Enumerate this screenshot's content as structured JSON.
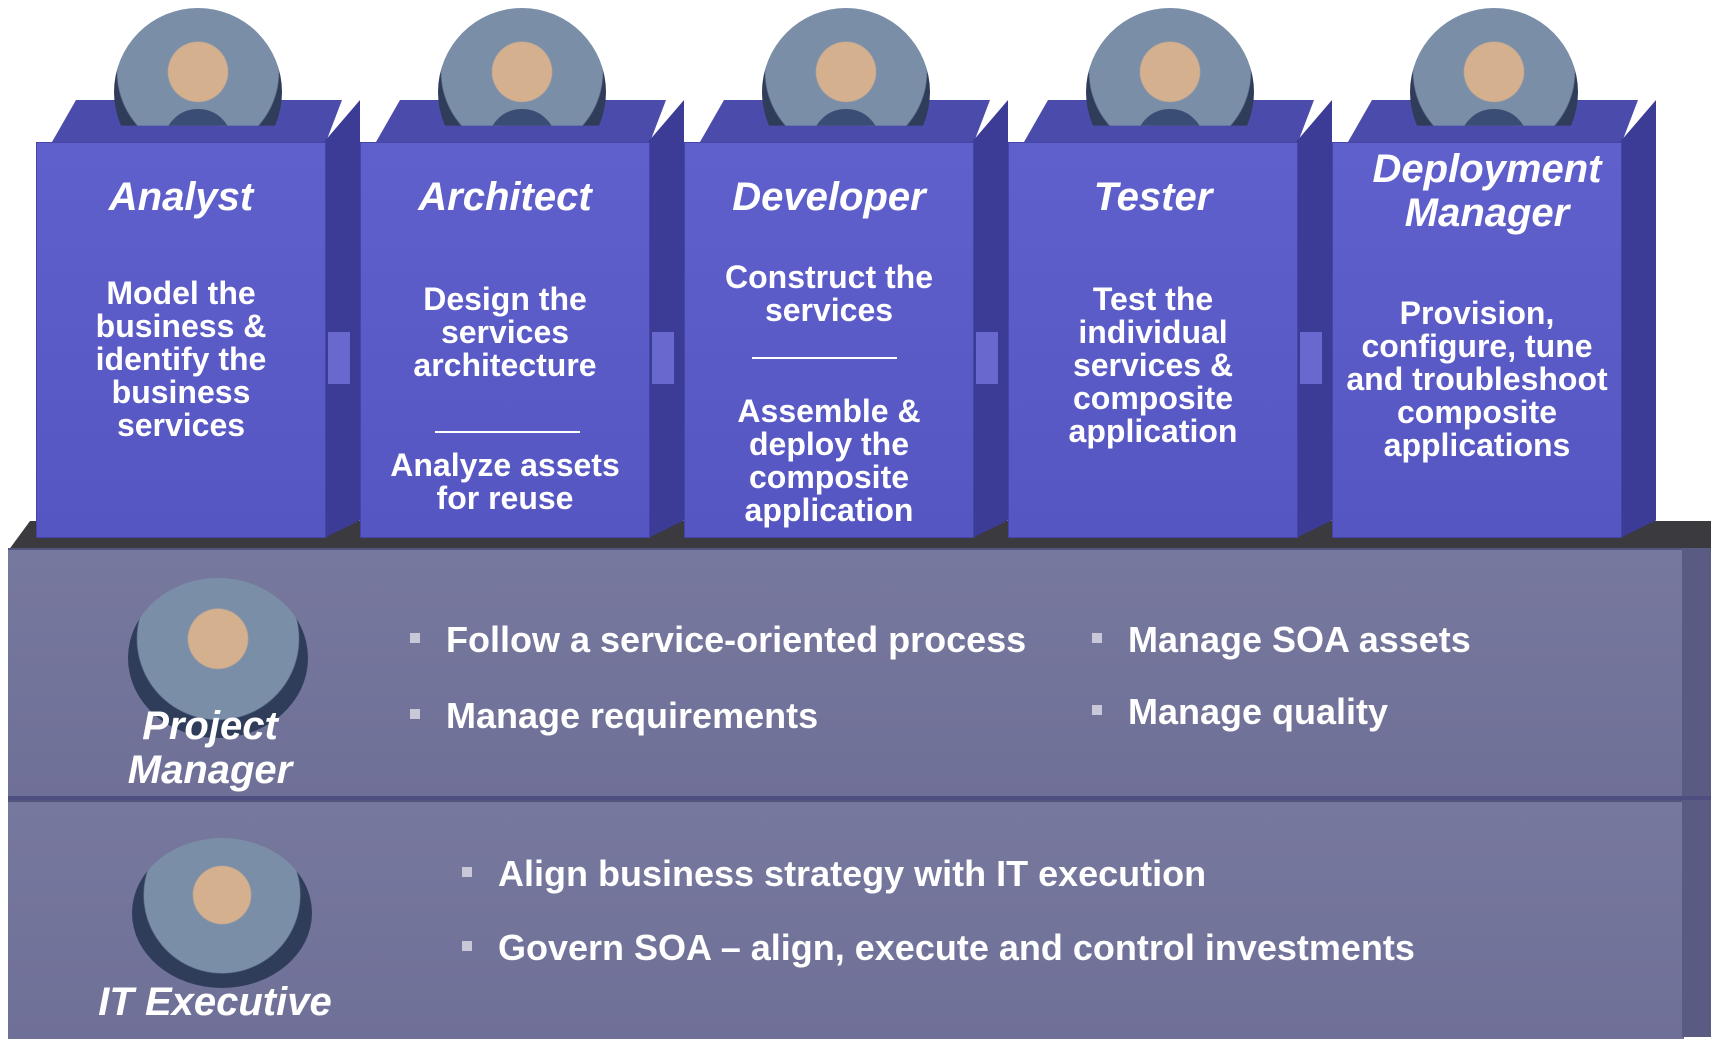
{
  "roles": [
    {
      "title": "Analyst",
      "description": "Model the business & identify the business services",
      "secondary": ""
    },
    {
      "title": "Architect",
      "description": "Design the services architecture",
      "secondary": "Analyze assets for reuse"
    },
    {
      "title": "Developer",
      "description": "Construct the services",
      "secondary": "Assemble & deploy the composite application"
    },
    {
      "title": "Tester",
      "description": "Test the individual services & composite application",
      "secondary": ""
    },
    {
      "title": "Deployment Manager",
      "description": "Provision, configure, tune and troubleshoot composite applications",
      "secondary": ""
    }
  ],
  "project_manager": {
    "label": "Project Manager",
    "bullets": [
      "Follow a service-oriented process",
      "Manage requirements",
      "Manage SOA assets",
      "Manage quality"
    ]
  },
  "it_executive": {
    "label": "IT Executive",
    "bullets": [
      "Align business strategy with IT execution",
      "Govern SOA – align, execute and control investments"
    ]
  },
  "colors": {
    "column_front": "#5a5ac4",
    "column_side": "#3c3c96",
    "band": "#7374a0",
    "text": "#ffffff"
  },
  "icons": [
    "analyst-photo",
    "architect-photo",
    "developer-photo",
    "tester-photo",
    "deployment-manager-photo",
    "project-manager-photo",
    "it-executive-photo"
  ]
}
